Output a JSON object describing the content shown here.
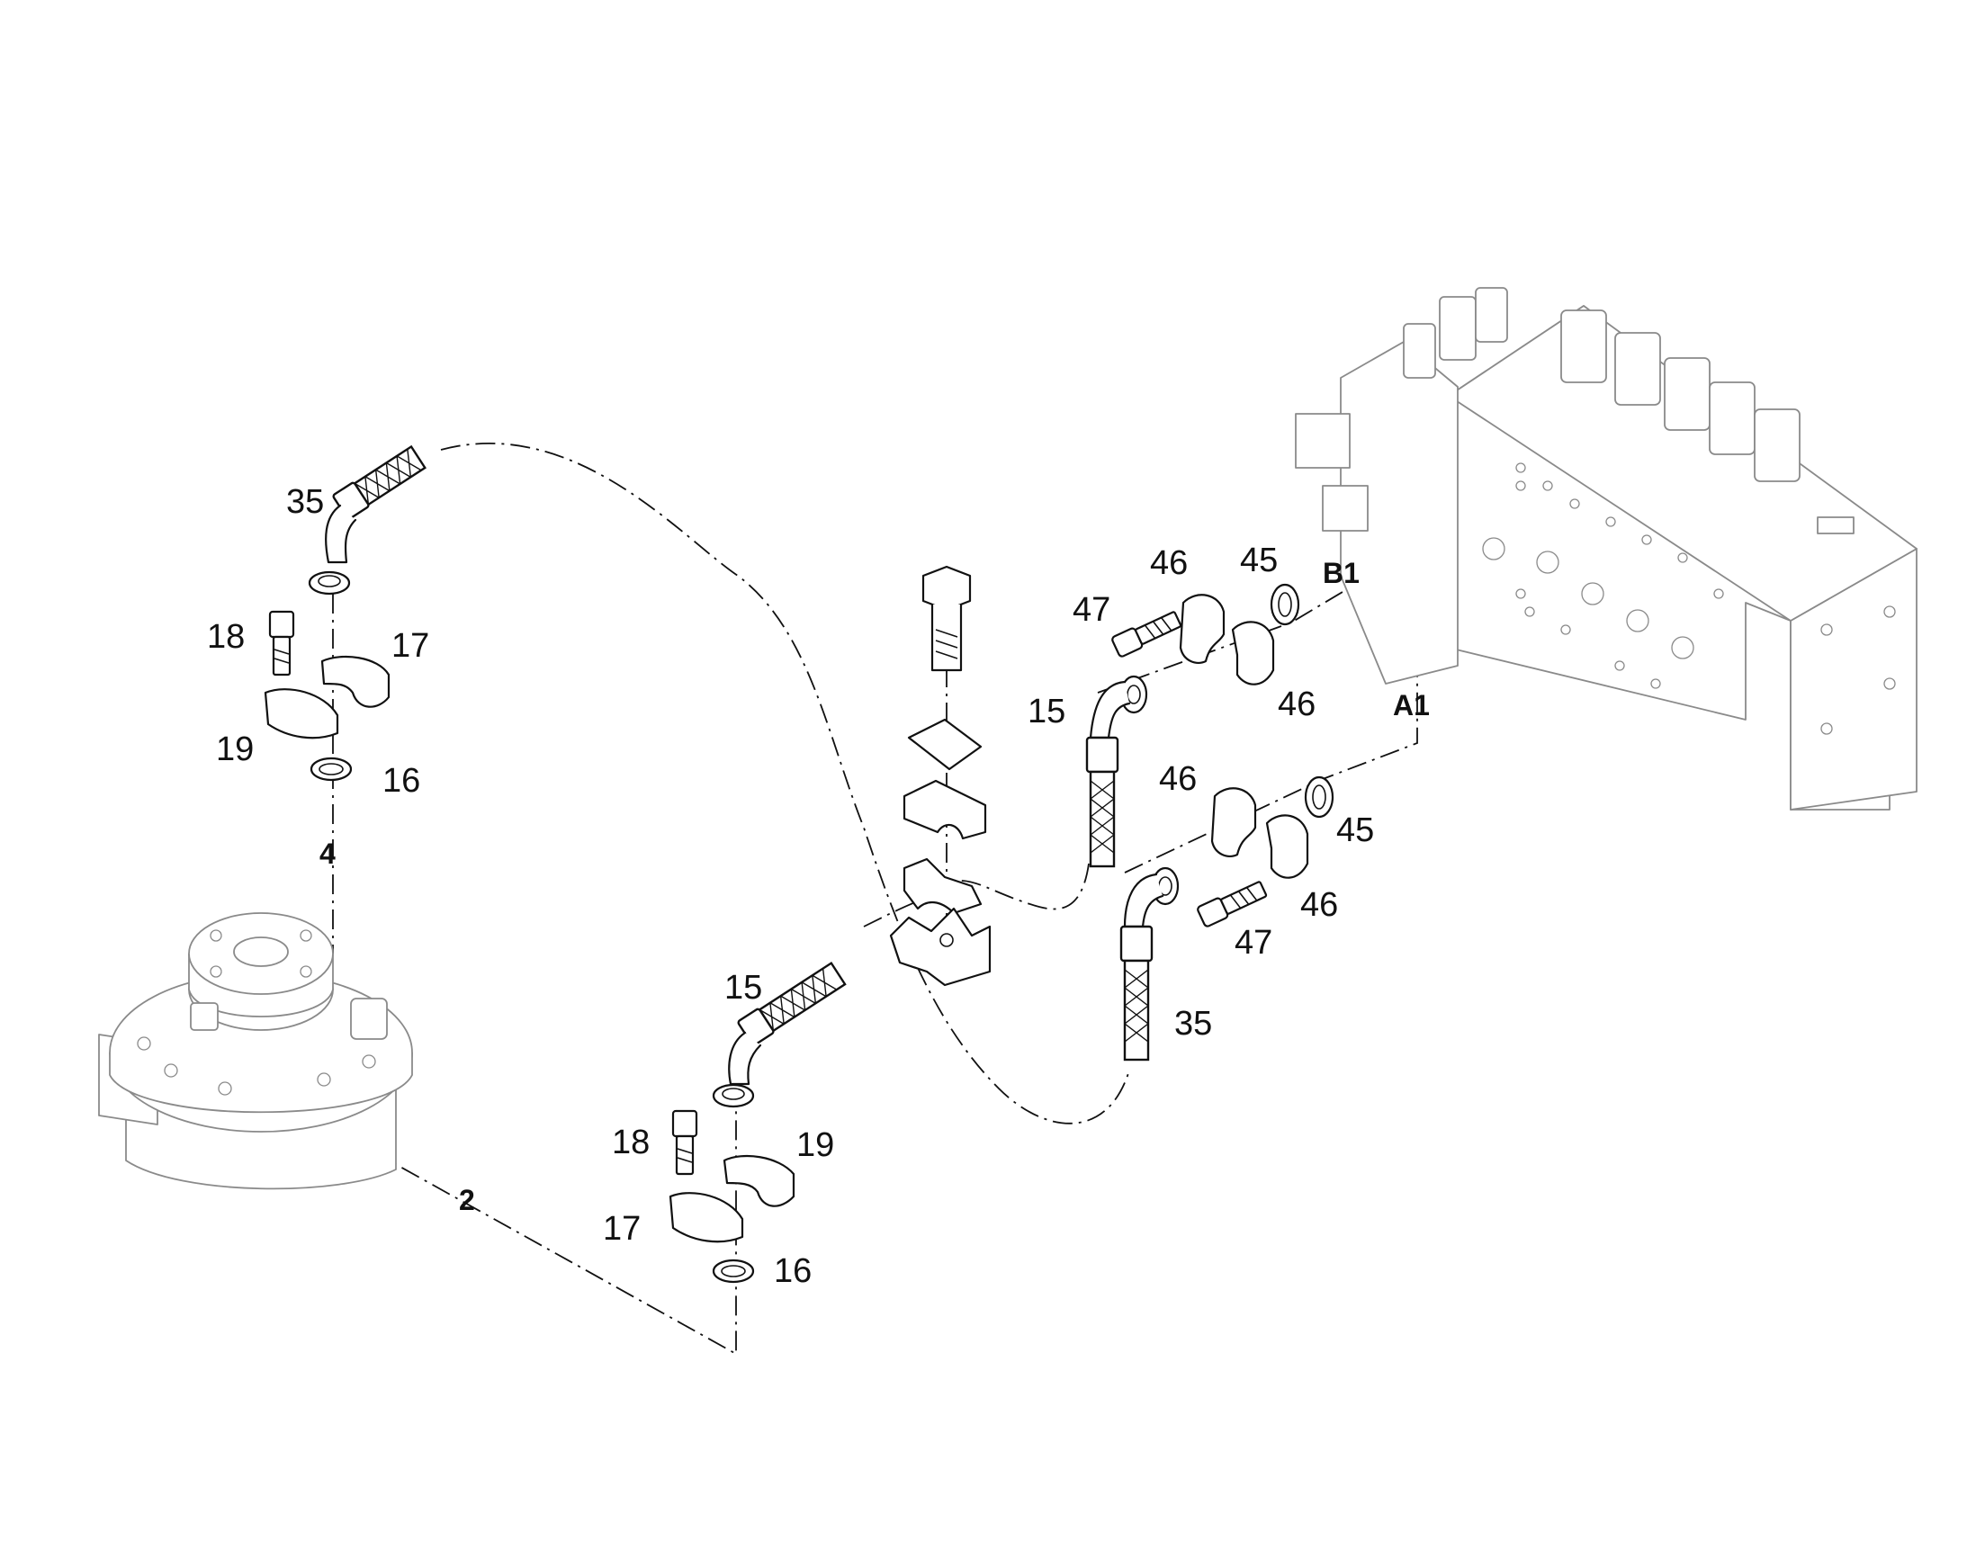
{
  "labels": {
    "item_35_top": "35",
    "item_18_left": "18",
    "item_17_left": "17",
    "item_19_left": "19",
    "item_16_left": "16",
    "ref_4": "4",
    "ref_2": "2",
    "item_15_mid": "15",
    "item_18_mid": "18",
    "item_19_mid": "19",
    "item_17_mid": "17",
    "item_16_mid": "16",
    "item_47_upper": "47",
    "item_46_upper_a": "46",
    "item_45_upper": "45",
    "item_46_upper_b": "46",
    "item_15_upper": "15",
    "port_b1": "B1",
    "port_a1": "A1",
    "item_46_lower_a": "46",
    "item_45_lower": "45",
    "item_46_lower_b": "46",
    "item_47_lower": "47",
    "item_35_lower": "35"
  },
  "colors": {
    "line": "#111111",
    "ghost": "#8a8a8a",
    "background": "#ffffff"
  }
}
